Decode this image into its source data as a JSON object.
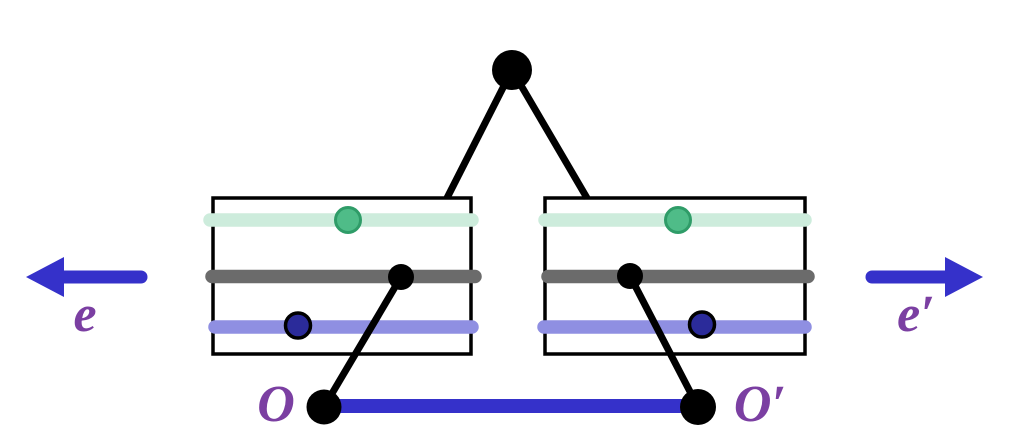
{
  "labels": {
    "left_arrow": "e",
    "right_arrow": "e′",
    "left_origin": "O",
    "right_origin": "O′"
  },
  "colors": {
    "blue": "#3531ca",
    "label_purple": "#7b3fa2",
    "stripe_mint": "#cdecdc",
    "stripe_gray": "#6b6b6b",
    "stripe_periwinkle": "#8f8fe2",
    "dot_green": "#4fbc88",
    "dot_navy": "#2b2b9a",
    "black": "#000000"
  }
}
